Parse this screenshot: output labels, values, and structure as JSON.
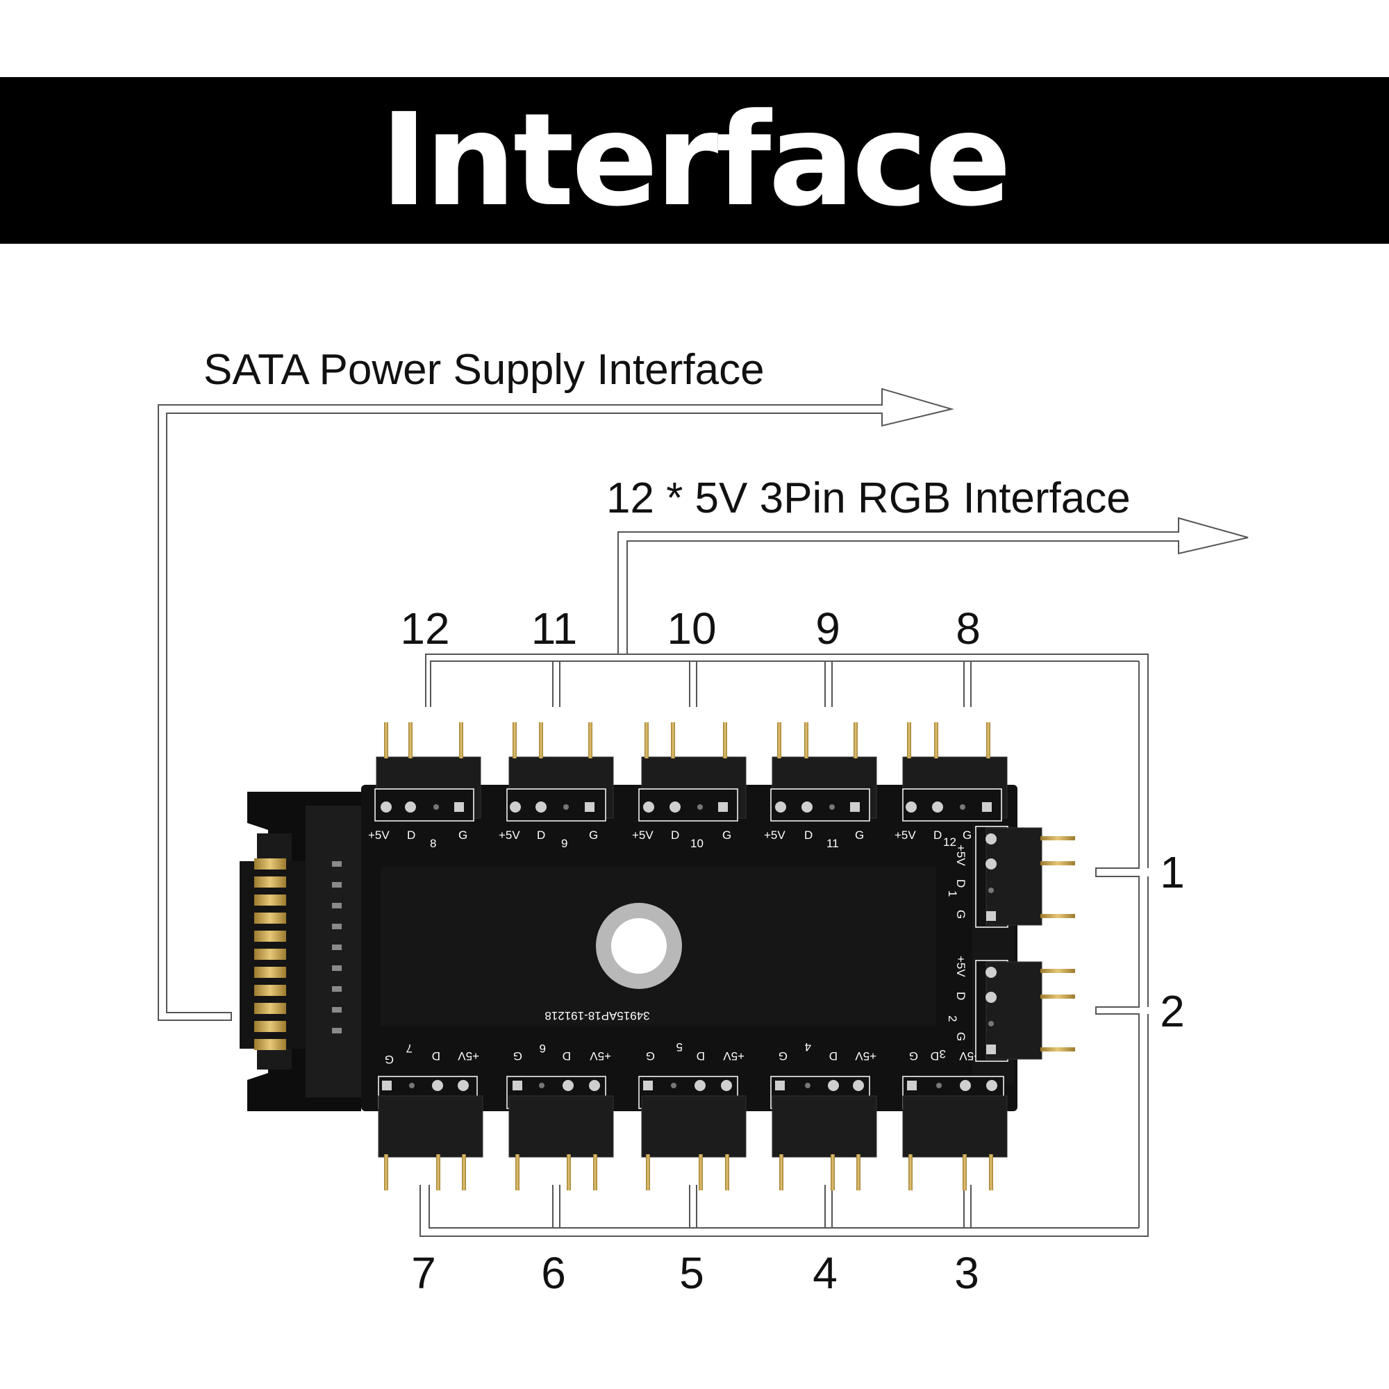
{
  "title": "Interface",
  "sata_label": "SATA Power Supply Interface",
  "rgb_label": "12 * 5V 3Pin RGB Interface",
  "port_numbers": {
    "top": [
      "12",
      "11",
      "10",
      "9",
      "8"
    ],
    "right": [
      "1",
      "2"
    ],
    "bottom": [
      "7",
      "6",
      "5",
      "4",
      "3"
    ]
  },
  "board_silkscreen": {
    "top_headers": [
      {
        "plus5v": "+5V",
        "d": "D",
        "num": "8",
        "g": "G"
      },
      {
        "plus5v": "+5V",
        "d": "D",
        "num": "9",
        "g": "G"
      },
      {
        "plus5v": "+5V",
        "d": "D",
        "num": "10",
        "g": "G"
      },
      {
        "plus5v": "+5V",
        "d": "D",
        "num": "11",
        "g": "G"
      },
      {
        "plus5v": "+5V",
        "d": "D",
        "num": "12",
        "g": "G"
      }
    ],
    "bottom_headers": [
      {
        "g": "G",
        "num": "7",
        "d": "D",
        "plus5v": "+5V"
      },
      {
        "g": "G",
        "num": "6",
        "d": "D",
        "plus5v": "+5V"
      },
      {
        "g": "G",
        "num": "5",
        "d": "D",
        "plus5v": "+5V"
      },
      {
        "g": "G",
        "num": "4",
        "d": "D",
        "plus5v": "+5V"
      },
      {
        "g": "G",
        "num": "3",
        "d": "D",
        "plus5v": "+5V"
      }
    ],
    "right_headers": [
      {
        "plus5v": "+5V",
        "d": "D",
        "num": "1",
        "g": "G"
      },
      {
        "plus5v": "+5V",
        "d": "D",
        "num": "2",
        "g": "G"
      }
    ],
    "part_number": "34915AP18-191218"
  },
  "colors": {
    "band": "#000000",
    "title_text": "#ffffff",
    "pcb": "#111111",
    "pin_gold": "#c8a24a",
    "leader_line": "#555555"
  }
}
